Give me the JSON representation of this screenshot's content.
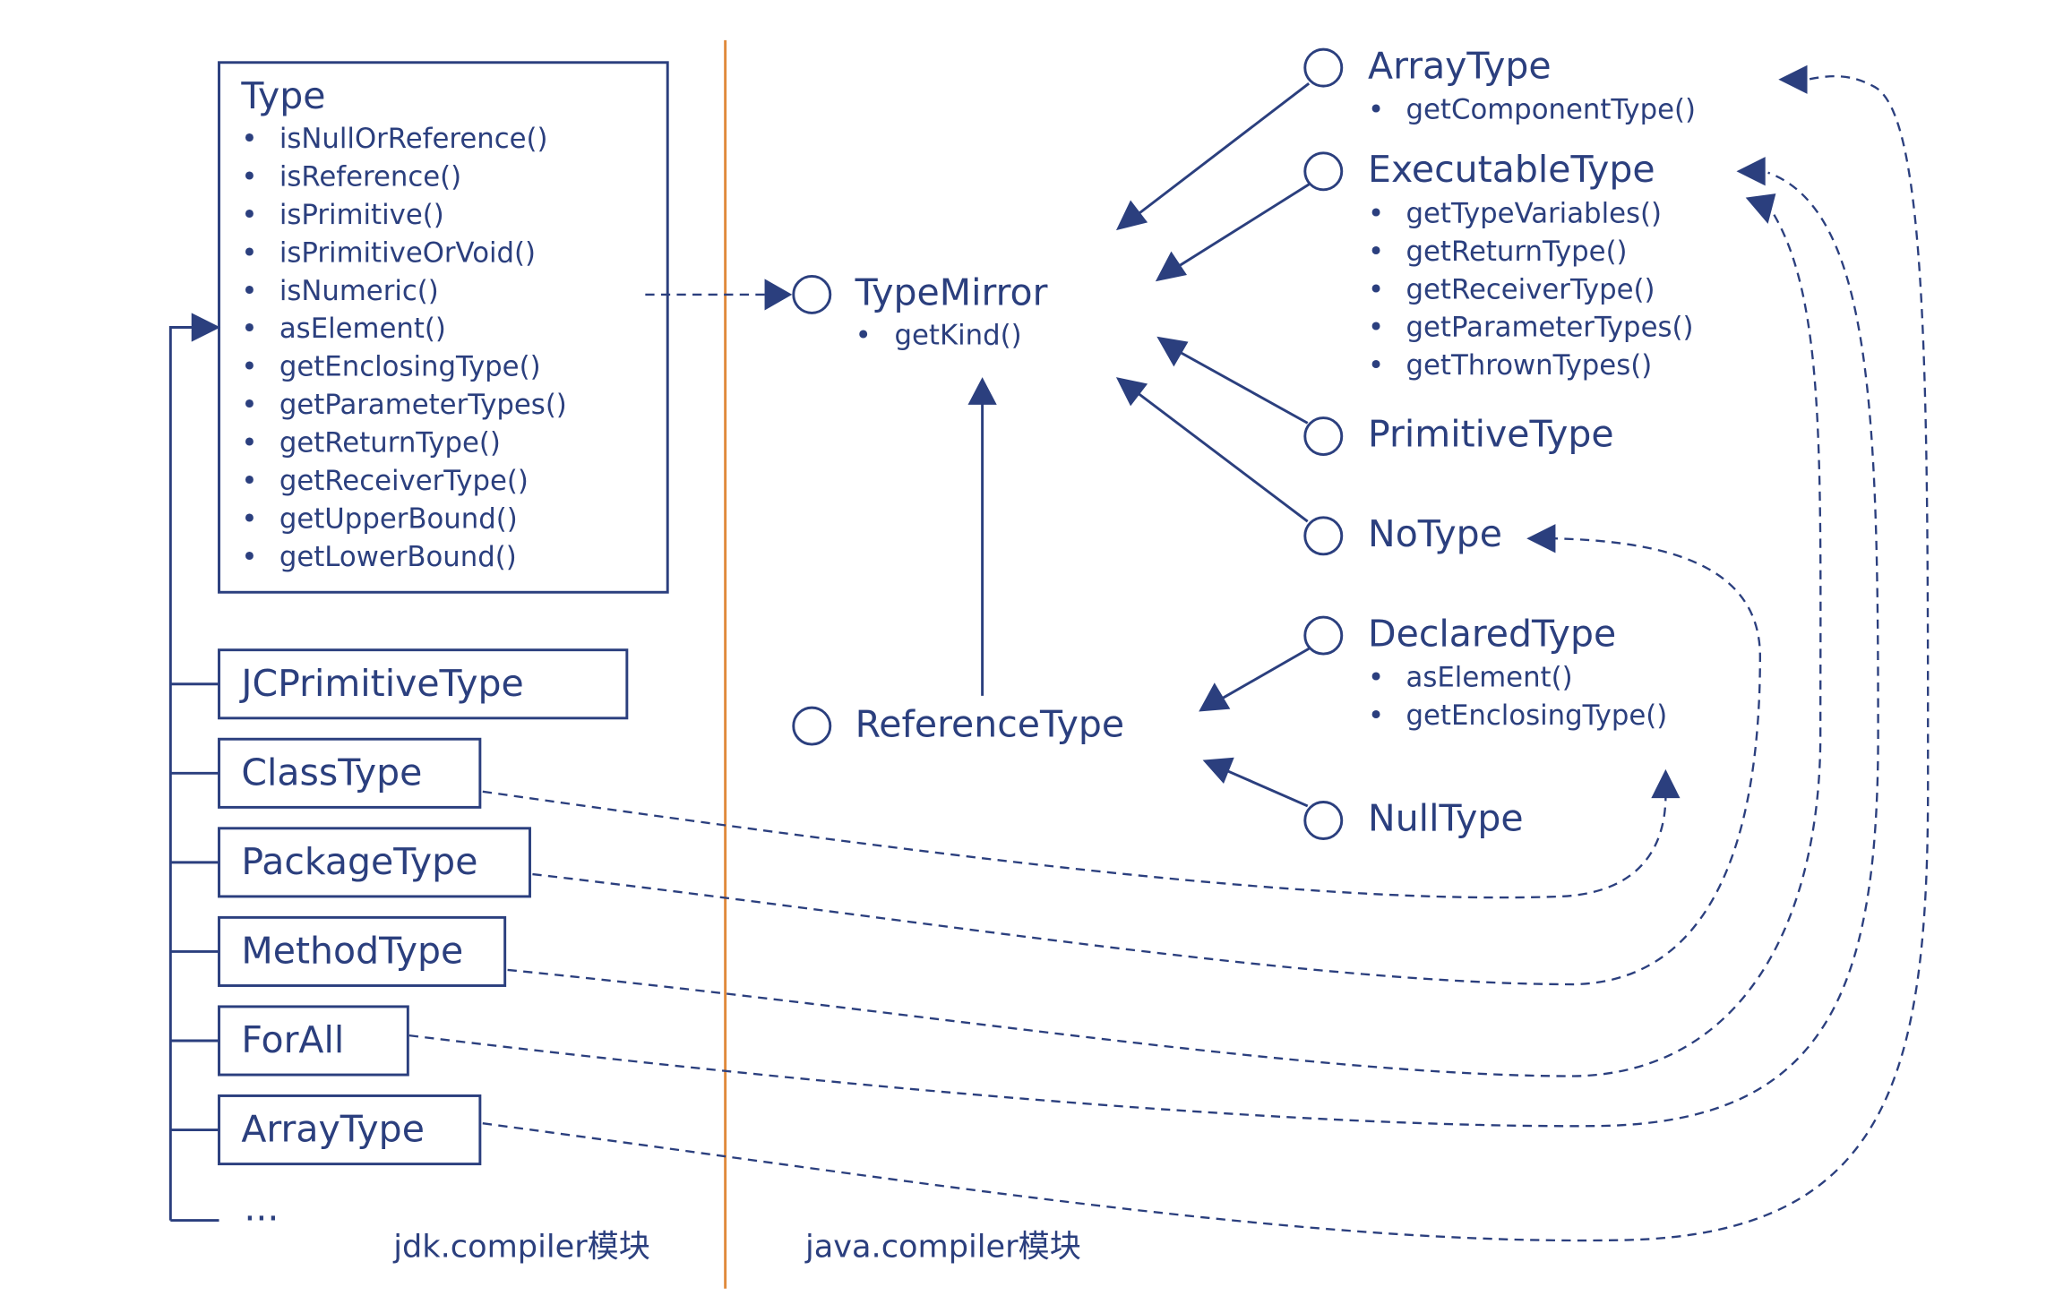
{
  "modules": {
    "left": "jdk.compiler模块",
    "right": "java.compiler模块"
  },
  "colors": {
    "ink": "#2b3f7e",
    "divider": "#e08a3c"
  },
  "jdk": {
    "type_box": {
      "title": "Type",
      "methods": [
        "isNullOrReference()",
        "isReference()",
        "isPrimitive()",
        "isPrimitiveOrVoid()",
        "isNumeric()",
        "asElement()",
        "getEnclosingType()",
        "getParameterTypes()",
        "getReturnType()",
        "getReceiverType()",
        "getUpperBound()",
        "getLowerBound()"
      ]
    },
    "subclasses": [
      {
        "name": "JCPrimitiveType"
      },
      {
        "name": "ClassType"
      },
      {
        "name": "PackageType"
      },
      {
        "name": "MethodType"
      },
      {
        "name": "ForAll"
      },
      {
        "name": "ArrayType"
      }
    ],
    "more": "..."
  },
  "api": {
    "type_mirror": {
      "name": "TypeMirror",
      "methods": [
        "getKind()"
      ]
    },
    "reference_type": {
      "name": "ReferenceType"
    },
    "array_type": {
      "name": "ArrayType",
      "methods": [
        "getComponentType()"
      ]
    },
    "executable_type": {
      "name": "ExecutableType",
      "methods": [
        "getTypeVariables()",
        "getReturnType()",
        "getReceiverType()",
        "getParameterTypes()",
        "getThrownTypes()"
      ]
    },
    "primitive_type": {
      "name": "PrimitiveType"
    },
    "no_type": {
      "name": "NoType"
    },
    "declared_type": {
      "name": "DeclaredType",
      "methods": [
        "asElement()",
        "getEnclosingType()"
      ]
    },
    "null_type": {
      "name": "NullType"
    }
  },
  "bullet": "•",
  "links": [
    {
      "from": "Type",
      "to": "TypeMirror",
      "kind": "implements"
    },
    {
      "from": "ClassType",
      "to": "DeclaredType",
      "kind": "implements"
    },
    {
      "from": "PackageType",
      "to": "NoType",
      "kind": "implements"
    },
    {
      "from": "MethodType",
      "to": "ExecutableType",
      "kind": "implements"
    },
    {
      "from": "ForAll",
      "to": "ExecutableType",
      "kind": "implements"
    },
    {
      "from": "ArrayType",
      "to": "ArrayType",
      "kind": "implements"
    }
  ]
}
